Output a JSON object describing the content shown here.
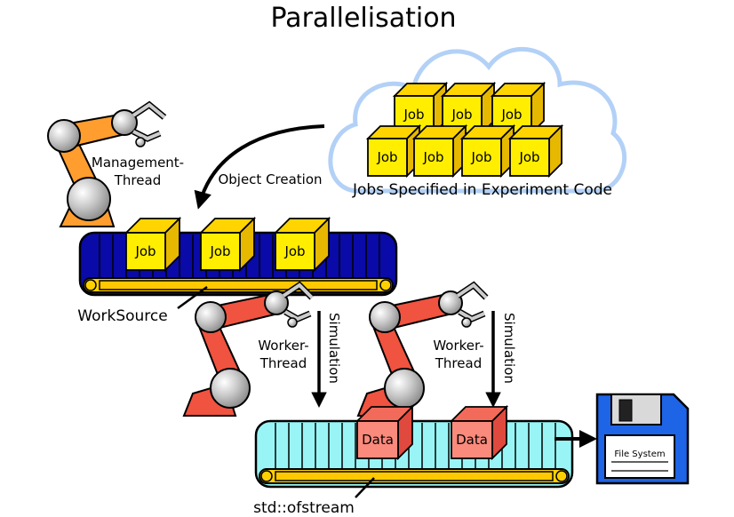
{
  "title": "Parallelisation",
  "labels": {
    "object_creation": "Object Creation",
    "jobs_specified": "Jobs Specified in Experiment Code",
    "management_thread_line1": "Management-",
    "management_thread_line2": "Thread",
    "worker_thread_line1": "Worker-",
    "worker_thread_line2": "Thread",
    "simulation": "Simulation",
    "work_source": "WorkSource",
    "ofstream": "std::ofstream",
    "file_system": "File System"
  },
  "job_label": "Job",
  "data_label": "Data",
  "colors": {
    "job_front": "#ffee00",
    "job_top": "#ffd400",
    "job_side": "#e6b800",
    "data_front": "#fa8a7c",
    "data_top": "#f26a5a",
    "data_side": "#e0493d",
    "cloud": "#b3d1f7",
    "belt_blue": "#0a0aa8",
    "belt_cyan": "#99f5f5",
    "rail": "#ffc800",
    "arm_orange": "#ff9d2e",
    "arm_red": "#f0533f",
    "joint": "#b3b3b3",
    "floppy": "#1e64e6"
  }
}
